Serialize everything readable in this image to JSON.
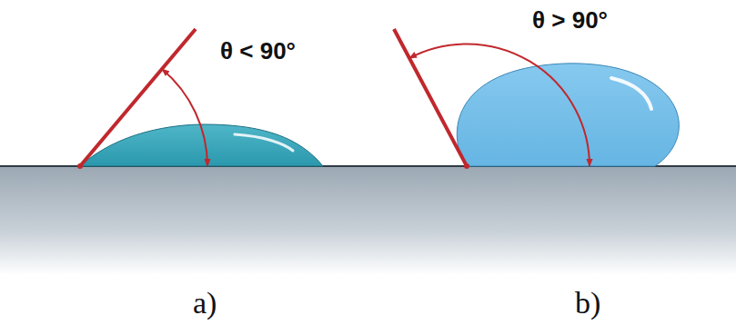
{
  "diagram": {
    "labels": [
      "θ < 90°",
      "θ > 90°",
      "a)",
      "b)"
    ]
  }
}
